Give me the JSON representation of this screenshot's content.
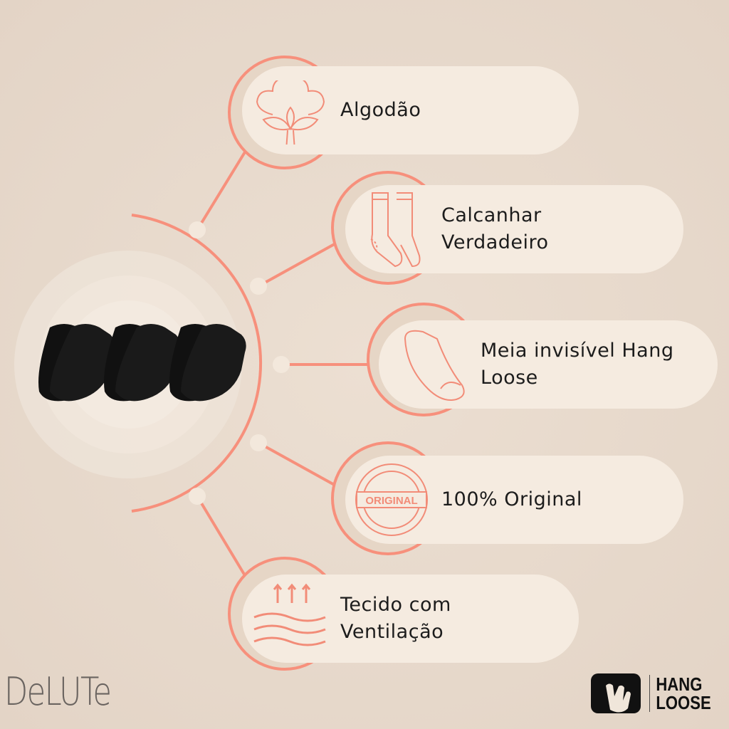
{
  "features": [
    {
      "label": "Algodão",
      "icon": "cotton-icon"
    },
    {
      "label_line1": "Calcanhar",
      "label_line2": "Verdadeiro",
      "icon": "socks-icon"
    },
    {
      "label_line1": "Meia invisível Hang",
      "label_line2": "Loose",
      "icon": "invisible-sock-icon"
    },
    {
      "label": "100% Original",
      "icon": "original-stamp-icon",
      "stamp_text": "ORIGINAL"
    },
    {
      "label_line1": "Tecido com",
      "label_line2": "Ventilação",
      "icon": "ventilation-icon"
    }
  ],
  "brands": {
    "left": "DeLUTe",
    "right_line1": "HANG",
    "right_line2": "LOOSE"
  },
  "colors": {
    "accent": "#f7907c",
    "pill": "#f5ebe0",
    "text": "#1c1c1c"
  }
}
